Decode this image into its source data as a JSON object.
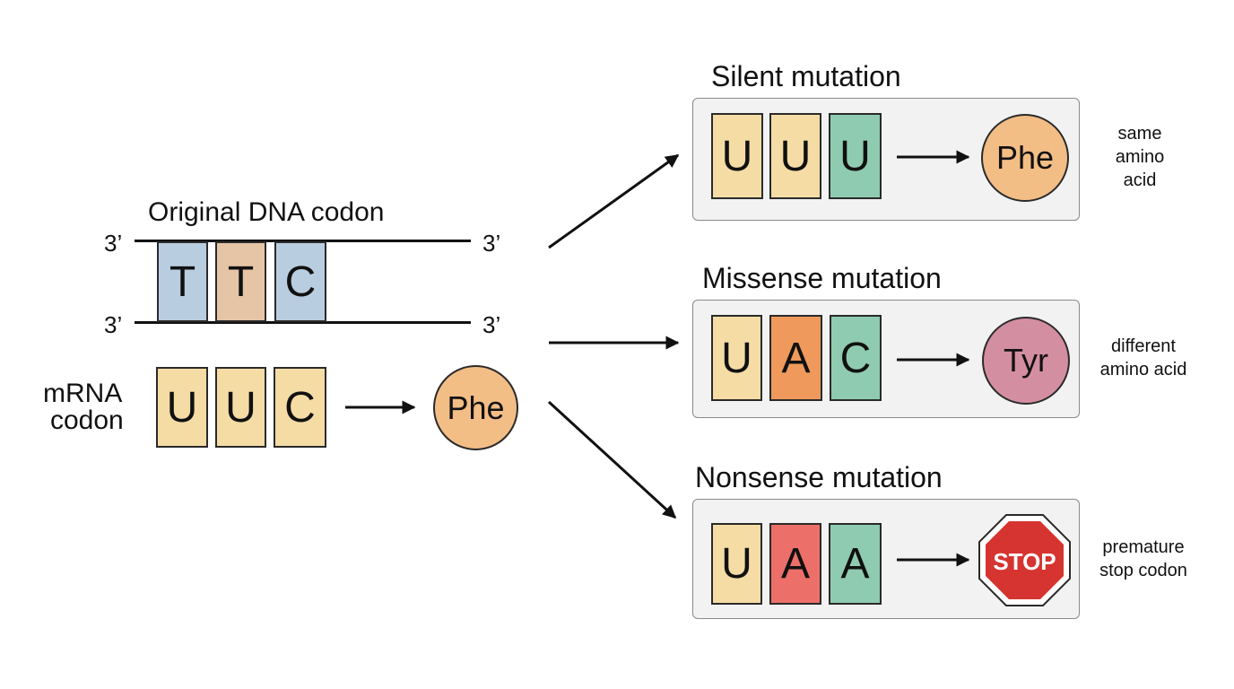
{
  "original": {
    "title": "Original DNA codon",
    "prime_top_left": "3’",
    "prime_top_right": "3’",
    "prime_bottom_left": "3’",
    "prime_bottom_right": "3’",
    "dna_bases": [
      "T",
      "T",
      "C"
    ],
    "mrna_label_line1": "mRNA",
    "mrna_label_line2": "codon",
    "mrna_bases": [
      "U",
      "U",
      "C"
    ],
    "amino_acid": "Phe"
  },
  "mutations": [
    {
      "title": "Silent mutation",
      "bases": [
        "U",
        "U",
        "U"
      ],
      "result": "Phe",
      "note_lines": [
        "same",
        "amino",
        "acid"
      ]
    },
    {
      "title": "Missense mutation",
      "bases": [
        "U",
        "A",
        "C"
      ],
      "result": "Tyr",
      "note_lines": [
        "different",
        "amino acid"
      ]
    },
    {
      "title": "Nonsense mutation",
      "bases": [
        "U",
        "A",
        "A"
      ],
      "result": "STOP",
      "note_lines": [
        "premature",
        "stop codon"
      ]
    }
  ],
  "colors": {
    "T_base": "#b9cde0",
    "T_base_2": "#e6c4a6",
    "C_base_dna": "#b9cde0",
    "U_base": "#f5dca5",
    "U_teal": "#8fcbb0",
    "A_orange": "#ef9a5c",
    "A_red": "#ec6f6a",
    "C_teal": "#8fcbb0",
    "phe_circle": "#f3bd86",
    "tyr_circle": "#d48ea2",
    "stop_sign": "#d63430",
    "panel_bg": "#f2f2f2"
  },
  "icons": [
    "arrow-icon",
    "stop-sign-icon"
  ]
}
